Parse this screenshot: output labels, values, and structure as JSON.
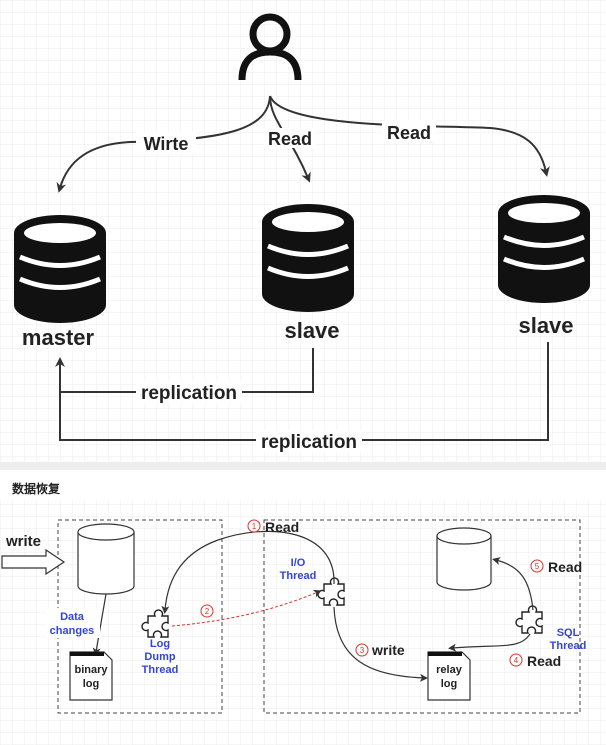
{
  "top": {
    "edges": {
      "write": "Wirte",
      "read1": "Read",
      "read2": "Read"
    },
    "nodes": {
      "master": "master",
      "slave1": "slave",
      "slave2": "slave"
    },
    "replication": {
      "r1": "replication",
      "r2": "replication"
    }
  },
  "section_title": "数据恢复",
  "bottom": {
    "write_in": "write",
    "data_changes_1": "Data",
    "data_changes_2": "changes",
    "binary_log_1": "binary",
    "binary_log_2": "log",
    "dump_1": "Log",
    "dump_2": "Dump",
    "dump_3": "Thread",
    "io_1": "I/O",
    "io_2": "Thread",
    "relay_1": "relay",
    "relay_2": "log",
    "sql_1": "SQL",
    "sql_2": "Thread",
    "step1": {
      "num": "1",
      "label": "Read"
    },
    "step2": {
      "num": "2"
    },
    "step3": {
      "num": "3",
      "label": "write"
    },
    "step4": {
      "num": "4",
      "label": "Read"
    },
    "step5": {
      "num": "5",
      "label": "Read"
    }
  },
  "colors": {
    "thread_text": "#3344dd",
    "step_marker": "#d9342b",
    "grid": "#e6e6e6",
    "ink": "#222222"
  }
}
